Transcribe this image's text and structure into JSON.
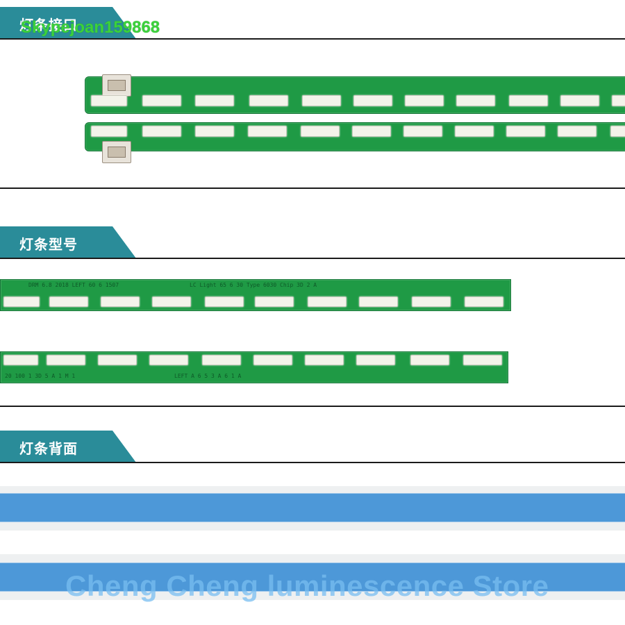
{
  "watermark_top": "Skypejoan159868",
  "watermark_bottom": "Cheng Cheng luminescence Store",
  "sections": [
    {
      "label": "灯条接口"
    },
    {
      "label": "灯条型号"
    },
    {
      "label": "灯条背面"
    }
  ],
  "strip_text": {
    "model_top": "DRM 6.8 2018 LEFT 60 6 1507",
    "model_top_b": "LC Light 65 6 30 Type 6030 Chip 3D 2 A",
    "model_bottom": "20 100 1 3D 5 A 1 M 1",
    "model_bottom_b": "LEFT A 6 5 3 A 6 1 A"
  },
  "colors": {
    "tab": "#2a8c99",
    "pcb": "#1f9a45",
    "back_tape": "#4d98d8"
  }
}
